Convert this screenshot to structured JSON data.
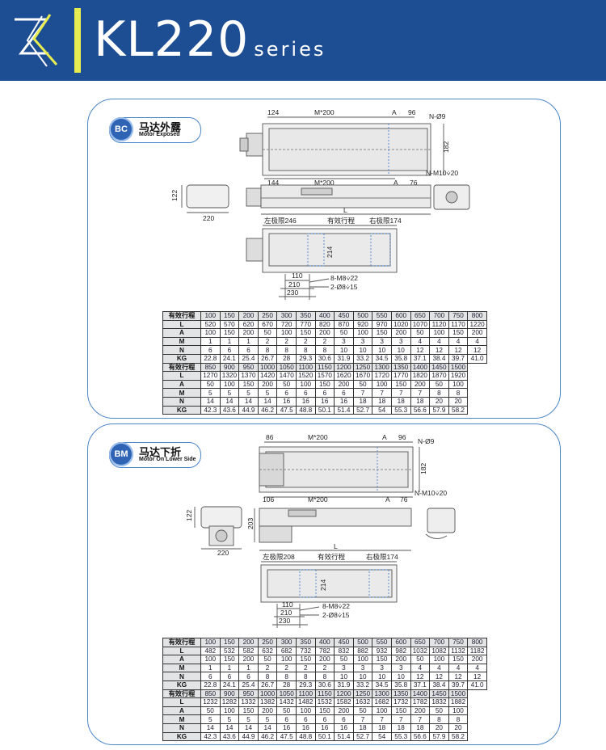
{
  "header": {
    "title": "KL220",
    "suffix": "series",
    "colors": {
      "bar": "#1d4d93",
      "accent": "#e7ec50",
      "panel_border": "#4a86c8"
    }
  },
  "panels": [
    {
      "code": "BC",
      "title_cn": "马达外露",
      "title_en": "Motor Exposed",
      "dims": {
        "top_left": "124",
        "top_mid": "M*200",
        "top_a": "A",
        "top_96": "96",
        "top_n": "N-Ø9",
        "bot_left": "144",
        "bot_mid": "M*200",
        "bot_a": "A",
        "bot_76": "76",
        "bot_n": "N-M10⩒20",
        "h_182": "182",
        "h_122": "122",
        "w_220": "220",
        "l": "L",
        "left_limit": "左极限246",
        "stroke": "有效行程",
        "right_limit": "右极限174",
        "h_214": "214",
        "w_110": "110",
        "w_210": "210",
        "w_230": "230",
        "hole1": "8-M8⩒22",
        "hole2": "2-Ø8⩒15"
      },
      "table": {
        "header_label": "有效行程",
        "labels": [
          "L",
          "A",
          "M",
          "N",
          "KG"
        ],
        "strokes1": [
          "100",
          "150",
          "200",
          "250",
          "300",
          "350",
          "400",
          "450",
          "500",
          "550",
          "600",
          "650",
          "700",
          "750",
          "800"
        ],
        "rows1": [
          [
            "520",
            "570",
            "620",
            "670",
            "720",
            "770",
            "820",
            "870",
            "920",
            "970",
            "1020",
            "1070",
            "1120",
            "1170",
            "1220"
          ],
          [
            "100",
            "150",
            "200",
            "50",
            "100",
            "150",
            "200",
            "50",
            "100",
            "150",
            "200",
            "50",
            "100",
            "150",
            "200"
          ],
          [
            "1",
            "1",
            "1",
            "2",
            "2",
            "2",
            "2",
            "3",
            "3",
            "3",
            "3",
            "4",
            "4",
            "4",
            "4"
          ],
          [
            "6",
            "6",
            "6",
            "8",
            "8",
            "8",
            "8",
            "10",
            "10",
            "10",
            "10",
            "12",
            "12",
            "12",
            "12"
          ],
          [
            "22.8",
            "24.1",
            "25.4",
            "26.7",
            "28",
            "29.3",
            "30.6",
            "31.9",
            "33.2",
            "34.5",
            "35.8",
            "37.1",
            "38.4",
            "39.7",
            "41.0"
          ]
        ],
        "strokes2": [
          "850",
          "900",
          "950",
          "1000",
          "1050",
          "1100",
          "1150",
          "1200",
          "1250",
          "1300",
          "1350",
          "1400",
          "1450",
          "1500"
        ],
        "rows2": [
          [
            "1270",
            "1320",
            "1370",
            "1420",
            "1470",
            "1520",
            "1570",
            "1620",
            "1670",
            "1720",
            "1770",
            "1820",
            "1870",
            "1920"
          ],
          [
            "50",
            "100",
            "150",
            "200",
            "50",
            "100",
            "150",
            "200",
            "50",
            "100",
            "150",
            "200",
            "50",
            "100"
          ],
          [
            "5",
            "5",
            "5",
            "5",
            "6",
            "6",
            "6",
            "6",
            "7",
            "7",
            "7",
            "7",
            "8",
            "8"
          ],
          [
            "14",
            "14",
            "14",
            "14",
            "16",
            "16",
            "16",
            "16",
            "18",
            "18",
            "18",
            "18",
            "20",
            "20"
          ],
          [
            "42.3",
            "43.6",
            "44.9",
            "46.2",
            "47.5",
            "48.8",
            "50.1",
            "51.4",
            "52.7",
            "54",
            "55.3",
            "56.6",
            "57.9",
            "58.2"
          ]
        ]
      }
    },
    {
      "code": "BM",
      "title_cn": "马达下折",
      "title_en": "Motor On Lower Side",
      "dims": {
        "top_left": "86",
        "top_mid": "M*200",
        "top_a": "A",
        "top_96": "96",
        "top_n": "N-Ø9",
        "bot_left": "106",
        "bot_mid": "M*200",
        "bot_a": "A",
        "bot_76": "76",
        "bot_n": "N-M10⩒20",
        "h_182": "182",
        "h_122": "122",
        "w_220": "220",
        "h_203": "203",
        "l": "L",
        "left_limit": "左极限208",
        "stroke": "有效行程",
        "right_limit": "右极限174",
        "h_214": "214",
        "w_110": "110",
        "w_210": "210",
        "w_230": "230",
        "hole1": "8-M8⩒22",
        "hole2": "2-Ø8⩒15"
      },
      "table": {
        "header_label": "有效行程",
        "labels": [
          "L",
          "A",
          "M",
          "N",
          "KG"
        ],
        "strokes1": [
          "100",
          "150",
          "200",
          "250",
          "300",
          "350",
          "400",
          "450",
          "500",
          "550",
          "600",
          "650",
          "700",
          "750",
          "800"
        ],
        "rows1": [
          [
            "482",
            "532",
            "582",
            "632",
            "682",
            "732",
            "782",
            "832",
            "882",
            "932",
            "982",
            "1032",
            "1082",
            "1132",
            "1182"
          ],
          [
            "100",
            "150",
            "200",
            "50",
            "100",
            "150",
            "200",
            "50",
            "100",
            "150",
            "200",
            "50",
            "100",
            "150",
            "200"
          ],
          [
            "1",
            "1",
            "1",
            "2",
            "2",
            "2",
            "2",
            "3",
            "3",
            "3",
            "3",
            "4",
            "4",
            "4",
            "4"
          ],
          [
            "6",
            "6",
            "6",
            "8",
            "8",
            "8",
            "8",
            "10",
            "10",
            "10",
            "10",
            "12",
            "12",
            "12",
            "12"
          ],
          [
            "22.8",
            "24.1",
            "25.4",
            "26.7",
            "28",
            "29.3",
            "30.6",
            "31.9",
            "33.2",
            "34.5",
            "35.8",
            "37.1",
            "38.4",
            "39.7",
            "41.0"
          ]
        ],
        "strokes2": [
          "850",
          "900",
          "950",
          "1000",
          "1050",
          "1100",
          "1150",
          "1200",
          "1250",
          "1300",
          "1350",
          "1400",
          "1450",
          "1500"
        ],
        "rows2": [
          [
            "1232",
            "1282",
            "1332",
            "1382",
            "1432",
            "1482",
            "1532",
            "1582",
            "1632",
            "1682",
            "1732",
            "1782",
            "1832",
            "1882"
          ],
          [
            "50",
            "100",
            "150",
            "200",
            "50",
            "100",
            "150",
            "200",
            "50",
            "100",
            "150",
            "200",
            "50",
            "100"
          ],
          [
            "5",
            "5",
            "5",
            "5",
            "6",
            "6",
            "6",
            "6",
            "7",
            "7",
            "7",
            "7",
            "8",
            "8"
          ],
          [
            "14",
            "14",
            "14",
            "14",
            "16",
            "16",
            "16",
            "16",
            "18",
            "18",
            "18",
            "18",
            "20",
            "20"
          ],
          [
            "42.3",
            "43.6",
            "44.9",
            "46.2",
            "47.5",
            "48.8",
            "50.1",
            "51.4",
            "52.7",
            "54",
            "55.3",
            "56.6",
            "57.9",
            "58.2"
          ]
        ]
      }
    }
  ]
}
